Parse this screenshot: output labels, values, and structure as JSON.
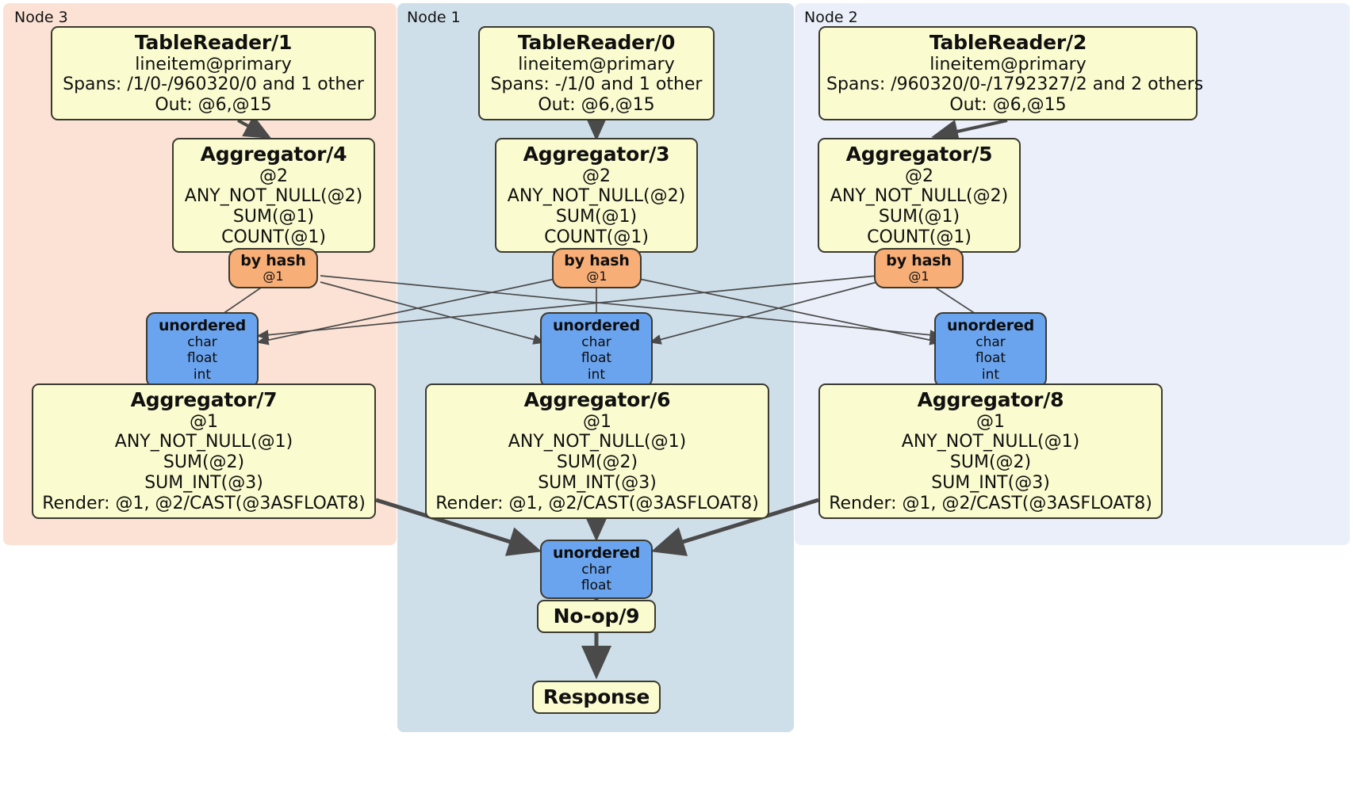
{
  "diagram": {
    "type": "distributed-query-plan",
    "colors": {
      "node3_panel": "#fbe2d5",
      "node1_panel": "#cfdfea",
      "node2_panel": "#eaeff9",
      "processor_box": "#fbfbd0",
      "router_box": "#f8ae77",
      "synchronizer_box": "#6ba4ee",
      "box_border": "#3b3a30",
      "edge_thin": "#4a4a4a",
      "edge_thick": "#4a4a4a"
    }
  },
  "panels": [
    {
      "id": "node3",
      "label": "Node 3"
    },
    {
      "id": "node1",
      "label": "Node 1"
    },
    {
      "id": "node2",
      "label": "Node 2"
    }
  ],
  "processors": {
    "table_reader_1": {
      "title": "TableReader/1",
      "lines": [
        "lineitem@primary",
        "Spans: /1/0-/960320/0 and 1 other",
        "Out: @6,@15"
      ]
    },
    "table_reader_0": {
      "title": "TableReader/0",
      "lines": [
        "lineitem@primary",
        "Spans: -/1/0 and 1 other",
        "Out: @6,@15"
      ]
    },
    "table_reader_2": {
      "title": "TableReader/2",
      "lines": [
        "lineitem@primary",
        "Spans: /960320/0-/1792327/2 and 2 others",
        "Out: @6,@15"
      ]
    },
    "aggregator_4": {
      "title": "Aggregator/4",
      "lines": [
        "@2",
        "ANY_NOT_NULL(@2)",
        "SUM(@1)",
        "COUNT(@1)"
      ]
    },
    "aggregator_3": {
      "title": "Aggregator/3",
      "lines": [
        "@2",
        "ANY_NOT_NULL(@2)",
        "SUM(@1)",
        "COUNT(@1)"
      ]
    },
    "aggregator_5": {
      "title": "Aggregator/5",
      "lines": [
        "@2",
        "ANY_NOT_NULL(@2)",
        "SUM(@1)",
        "COUNT(@1)"
      ]
    },
    "aggregator_7": {
      "title": "Aggregator/7",
      "lines": [
        "@1",
        "ANY_NOT_NULL(@1)",
        "SUM(@2)",
        "SUM_INT(@3)",
        "Render: @1, @2/CAST(@3ASFLOAT8)"
      ]
    },
    "aggregator_6": {
      "title": "Aggregator/6",
      "lines": [
        "@1",
        "ANY_NOT_NULL(@1)",
        "SUM(@2)",
        "SUM_INT(@3)",
        "Render: @1, @2/CAST(@3ASFLOAT8)"
      ]
    },
    "aggregator_8": {
      "title": "Aggregator/8",
      "lines": [
        "@1",
        "ANY_NOT_NULL(@1)",
        "SUM(@2)",
        "SUM_INT(@3)",
        "Render: @1, @2/CAST(@3ASFLOAT8)"
      ]
    },
    "noop_9": {
      "title": "No-op/9",
      "lines": []
    },
    "response": {
      "title": "Response",
      "lines": []
    }
  },
  "routers": {
    "by_hash_left": {
      "title": "by hash",
      "lines": [
        "@1"
      ]
    },
    "by_hash_center": {
      "title": "by hash",
      "lines": [
        "@1"
      ]
    },
    "by_hash_right": {
      "title": "by hash",
      "lines": [
        "@1"
      ]
    }
  },
  "synchronizers": {
    "unordered_left": {
      "title": "unordered",
      "lines": [
        "char",
        "float",
        "int"
      ]
    },
    "unordered_center": {
      "title": "unordered",
      "lines": [
        "char",
        "float",
        "int"
      ]
    },
    "unordered_right": {
      "title": "unordered",
      "lines": [
        "char",
        "float",
        "int"
      ]
    },
    "unordered_final": {
      "title": "unordered",
      "lines": [
        "char",
        "float"
      ]
    }
  }
}
